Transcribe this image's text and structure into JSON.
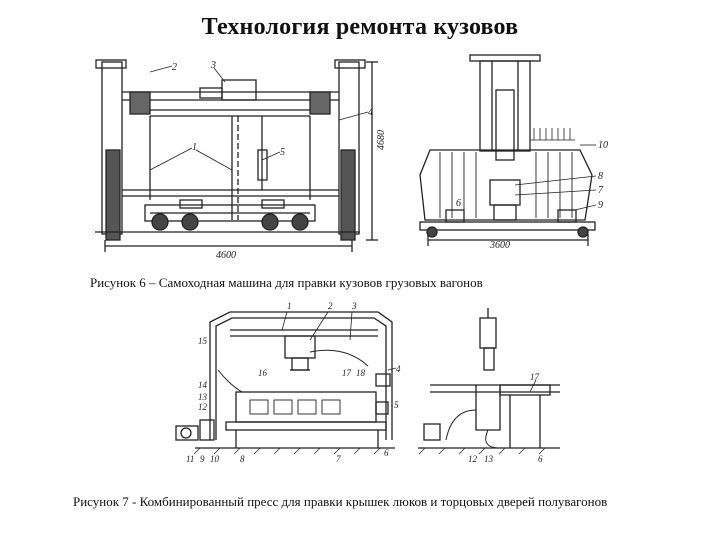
{
  "page": {
    "title": "Технология ремонта кузовов"
  },
  "figure6": {
    "caption": "Рисунок  6 – Самоходная машина для правки кузовов грузовых вагонов",
    "labels": [
      "1",
      "2",
      "3",
      "4",
      "5",
      "6",
      "7",
      "8",
      "9",
      "10"
    ],
    "dimensions": {
      "width_left": "4600",
      "height": "4680",
      "width_right": "3600"
    }
  },
  "figure7": {
    "caption": "Рисунок  7 - Комбинированный пресс для правки крышек люков и торцовых дверей полувагонов",
    "labels": [
      "1",
      "2",
      "3",
      "4",
      "5",
      "6",
      "7",
      "8",
      "9",
      "10",
      "11",
      "12",
      "13",
      "14",
      "15",
      "16",
      "17",
      "18"
    ]
  }
}
